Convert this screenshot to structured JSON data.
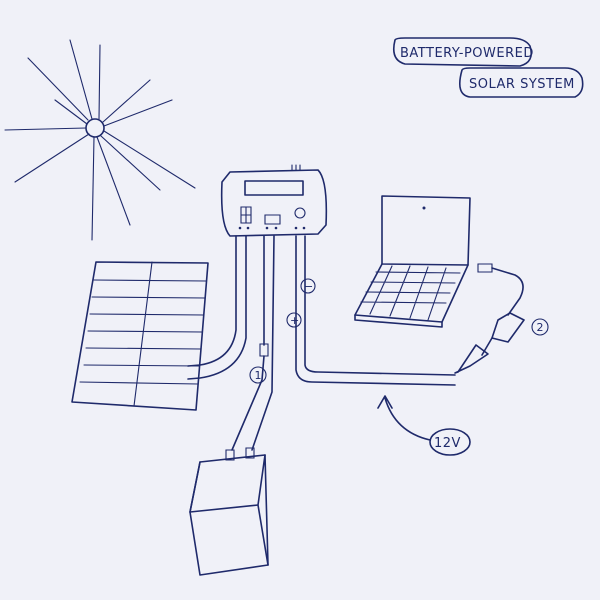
{
  "title": {
    "line1": "BATTERY-POWERED",
    "line2": "SOLAR SYSTEM"
  },
  "labels": {
    "cable_1": "1",
    "cable_2": "2",
    "voltage": "12V",
    "positive": "+",
    "negative": "−"
  },
  "colors": {
    "background": "#f0f1f8",
    "ink": "#1f2a6b"
  }
}
